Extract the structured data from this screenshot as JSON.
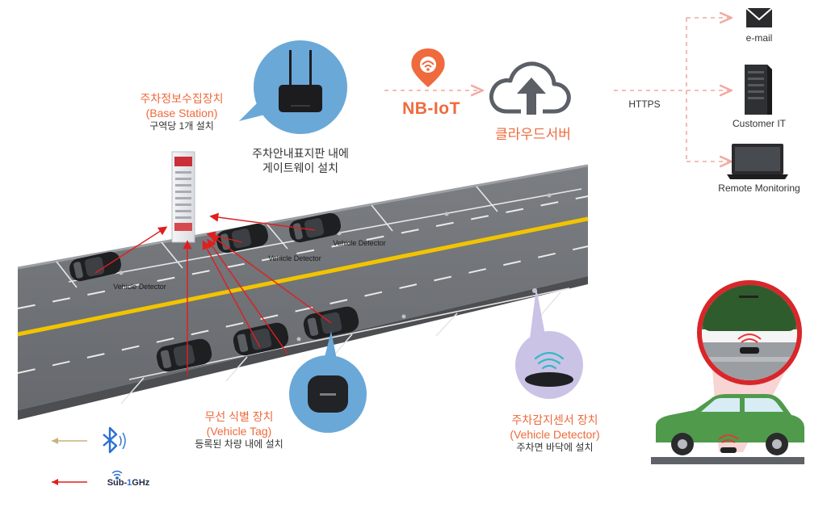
{
  "base_station": {
    "title": "주차정보수집장치",
    "subtitle": "(Base Station)",
    "note": "구역당 1개 설치"
  },
  "gateway_caption": {
    "line1": "주차안내표지판 내에",
    "line2": "게이트웨이 설치"
  },
  "network": {
    "nbiot_label": "NB-IoT",
    "cloud_label": "클라우드서버",
    "https_label": "HTTPS"
  },
  "endpoints": {
    "email": "e-mail",
    "customer_it": "Customer IT",
    "remote_monitoring": "Remote Monitoring"
  },
  "road_labels": {
    "detector_1": "Vehicle Detector",
    "detector_2": "Vehicle Detector",
    "detector_3": "Vehicle Detector"
  },
  "vehicle_tag": {
    "title": "무선 식별 장치",
    "subtitle": "(Vehicle Tag)",
    "note": "등록된 차량 내에 설치"
  },
  "vehicle_detector": {
    "title": "주차감지센서 장치",
    "subtitle": "(Vehicle Detector)",
    "note": "주차면 바닥에 설치"
  },
  "legend": {
    "sub1ghz_prefix": "Sub-",
    "sub1ghz_number": "1",
    "sub1ghz_suffix": "GHz"
  },
  "colors": {
    "accent_orange": "#ef6a3c",
    "bubble_blue": "#6aa8d8",
    "bubble_lavender": "#cbc3e6",
    "signal_red": "#e01e1e",
    "bluetooth_arrow": "#c9b37a",
    "road_gray": "#6f7276",
    "lane_yellow": "#f2c400",
    "car_green": "#4f9a4b",
    "inset_red": "#d8262a"
  }
}
